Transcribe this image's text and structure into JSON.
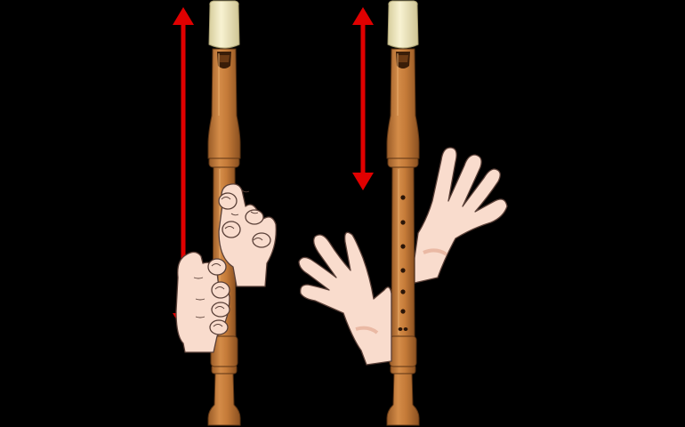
{
  "colors": {
    "background": "#000000",
    "wood": "#c8803e",
    "wood_shadow": "#8e5526",
    "wood_highlight": "#e0a060",
    "mouthpiece": "#f3ecc4",
    "mouthpiece_shadow": "#d8cfa2",
    "skin": "#f9dccd",
    "skin_outline": "#5a4038",
    "skin_shadow": "#eab9a4",
    "arrow": "#e00000",
    "tone_hole": "#2a1508"
  },
  "panels": [
    {
      "name": "recorder-with-hands-covering-holes",
      "hands": "gripping",
      "arrow_extent": "full-length"
    },
    {
      "name": "recorder-with-hands-open",
      "hands": "open",
      "arrow_extent": "upper-joint"
    }
  ]
}
